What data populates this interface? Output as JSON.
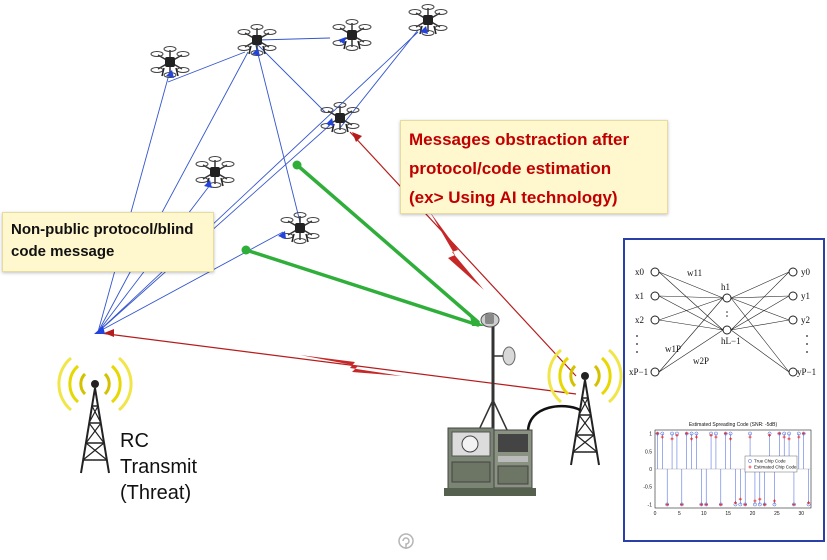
{
  "callouts": {
    "left": [
      "Non-public protocol/blind",
      "code message"
    ],
    "right": [
      "Messages obstraction after",
      "protocol/code estimation",
      "(ex> Using AI technology)"
    ]
  },
  "threat_label": [
    "RC",
    "Transmit",
    "(Threat)"
  ],
  "nn": {
    "inputs": [
      "x0",
      "x1",
      "x2",
      "xP−1"
    ],
    "hidden": [
      "h1",
      "hL−1"
    ],
    "outputs": [
      "y0",
      "y1",
      "y2",
      "yP−1"
    ],
    "weights": [
      "w11",
      "w1P",
      "w2P"
    ]
  },
  "chart_data": {
    "type": "scatter",
    "title": "Estimated Spreading Code (SNR: -5dB)",
    "x_ticks": [
      "0",
      "5",
      "10",
      "15",
      "20",
      "25",
      "30"
    ],
    "y_ticks": [
      "1",
      "0.5",
      "0",
      "-0.5",
      "-1"
    ],
    "xlim": [
      0,
      32
    ],
    "ylim": [
      -1.1,
      1.1
    ],
    "legend": [
      "True Chip Code",
      "Estimated Chip Code"
    ],
    "legend_position": "right",
    "series": [
      {
        "name": "True Chip Code",
        "marker": "circle-open",
        "color": "#3b5bdb",
        "x": [
          0,
          1,
          2,
          3,
          4,
          5,
          6,
          7,
          8,
          9,
          10,
          11,
          12,
          13,
          14,
          15,
          16,
          17,
          18,
          19,
          20,
          21,
          22,
          23,
          24,
          25,
          26,
          27,
          28,
          29,
          30,
          31
        ],
        "y": [
          1,
          1,
          -1,
          1,
          1,
          -1,
          1,
          1,
          1,
          -1,
          -1,
          1,
          1,
          -1,
          1,
          1,
          -1,
          -1,
          -1,
          1,
          -1,
          -1,
          -1,
          1,
          -1,
          1,
          1,
          1,
          -1,
          1,
          1,
          -1
        ]
      },
      {
        "name": "Estimated Chip Code",
        "marker": "star",
        "color": "#e03131",
        "x": [
          0,
          1,
          2,
          3,
          4,
          5,
          6,
          7,
          8,
          9,
          10,
          11,
          12,
          13,
          14,
          15,
          16,
          17,
          18,
          19,
          20,
          21,
          22,
          23,
          24,
          25,
          26,
          27,
          28,
          29,
          30,
          31
        ],
        "y": [
          1,
          0.9,
          -1,
          0.85,
          0.95,
          -1,
          1,
          0.85,
          0.9,
          -1,
          -1,
          0.95,
          0.9,
          -1,
          1,
          0.85,
          -0.95,
          -0.85,
          -1,
          0.9,
          -0.9,
          -0.85,
          -1,
          0.95,
          -0.9,
          1,
          0.9,
          0.85,
          -1,
          0.9,
          1,
          -0.95
        ]
      }
    ]
  }
}
